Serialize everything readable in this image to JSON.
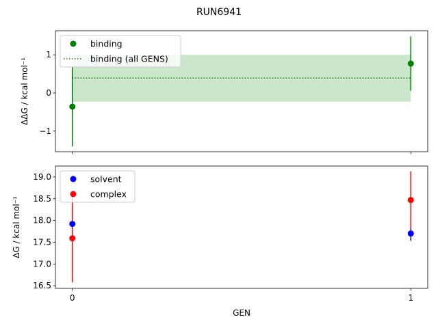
{
  "chart_data": [
    {
      "type": "scatter",
      "title": "RUN6941",
      "xlabel": "",
      "ylabel": "ΔΔG / kcal mol⁻¹",
      "ylim": [
        -1.54,
        1.63
      ],
      "xlim": [
        -0.05,
        1.05
      ],
      "x_ticks": [
        0,
        1
      ],
      "y_ticks": [
        -1,
        0,
        1
      ],
      "y_tick_labels": [
        "−1",
        "0",
        "1"
      ],
      "grid": false,
      "legend_position": "top-left",
      "series": [
        {
          "name": "binding",
          "color": "#008000",
          "x": [
            0,
            1
          ],
          "y": [
            -0.36,
            0.77
          ],
          "yerr": [
            1.04,
            0.71
          ]
        }
      ],
      "mean_line": {
        "name": "binding (all GENS)",
        "color": "#008000",
        "value": 0.39,
        "band": [
          -0.23,
          1.0
        ],
        "band_color": "#cce6cc"
      }
    },
    {
      "type": "scatter",
      "xlabel": "GEN",
      "ylabel": "ΔG / kcal mol⁻¹",
      "ylim": [
        16.44,
        19.25
      ],
      "xlim": [
        -0.05,
        1.05
      ],
      "x_ticks": [
        0,
        1
      ],
      "x_tick_labels": [
        "0",
        "1"
      ],
      "y_ticks": [
        16.5,
        17.0,
        17.5,
        18.0,
        18.5,
        19.0
      ],
      "y_tick_labels": [
        "16.5",
        "17.0",
        "17.5",
        "18.0",
        "18.5",
        "19.0"
      ],
      "grid": false,
      "legend_position": "top-left",
      "series": [
        {
          "name": "solvent",
          "color": "#0000ff",
          "x": [
            0,
            1
          ],
          "y": [
            17.92,
            17.7
          ],
          "yerr": [
            0.1,
            0.17
          ]
        },
        {
          "name": "complex",
          "color": "#ff0000",
          "x": [
            0,
            1
          ],
          "y": [
            17.59,
            18.47
          ],
          "yerr": [
            1.01,
            0.66
          ]
        }
      ]
    }
  ]
}
